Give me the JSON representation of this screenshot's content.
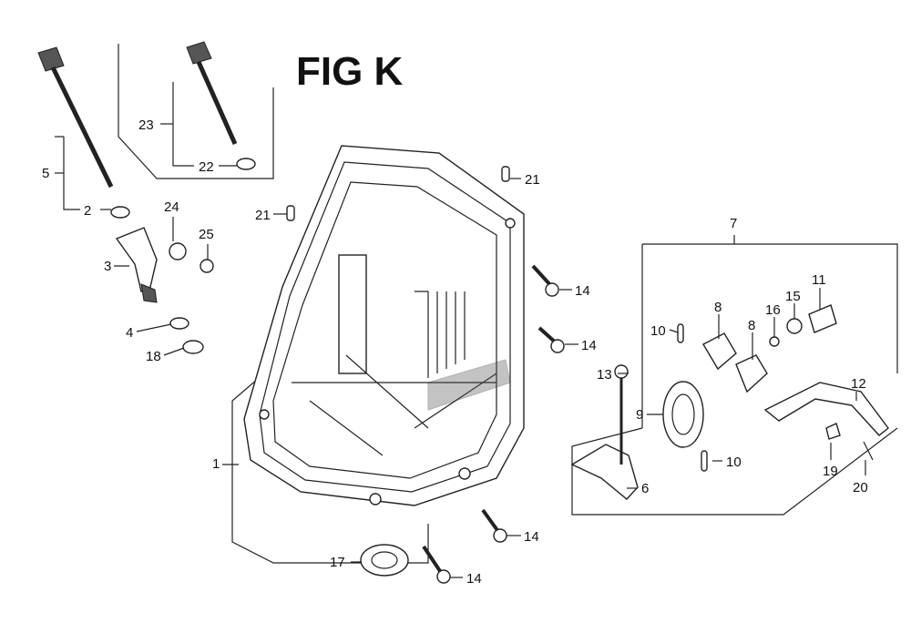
{
  "figure": {
    "title": "FIG K"
  },
  "callouts": {
    "c1": "1",
    "c2": "2",
    "c3": "3",
    "c4": "4",
    "c5": "5",
    "c6": "6",
    "c7": "7",
    "c8a": "8",
    "c8b": "8",
    "c9": "9",
    "c10a": "10",
    "c10b": "10",
    "c11": "11",
    "c12": "12",
    "c13": "13",
    "c14a": "14",
    "c14b": "14",
    "c14c": "14",
    "c14d": "14",
    "c15": "15",
    "c16": "16",
    "c17": "17",
    "c18": "18",
    "c19": "19",
    "c20": "20",
    "c21a": "21",
    "c21b": "21",
    "c22": "22",
    "c23": "23",
    "c24": "24",
    "c25": "25"
  }
}
